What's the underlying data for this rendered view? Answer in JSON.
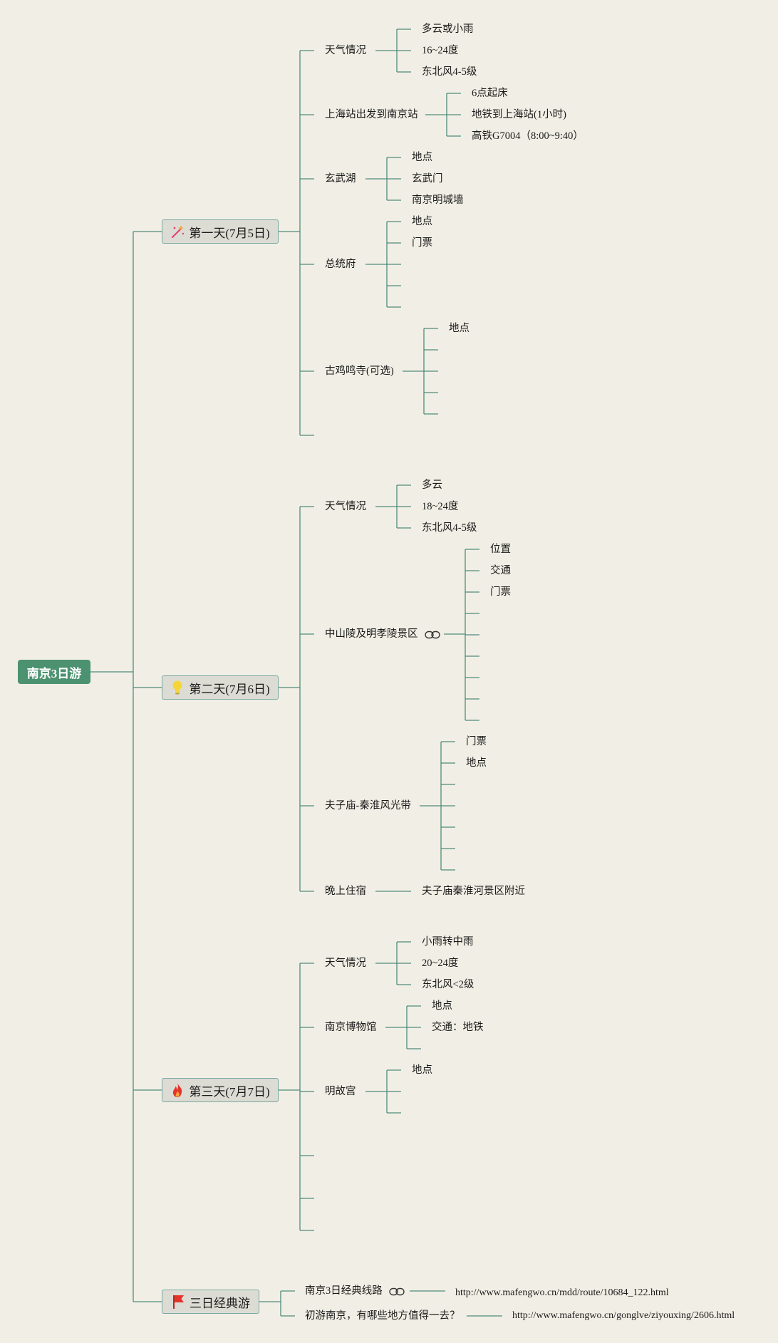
{
  "root": {
    "label": "南京3日游"
  },
  "days": [
    {
      "label": "第一天(7月5日)",
      "icon": "magic-wand-icon",
      "topics": [
        {
          "label": "天气情况",
          "items": [
            "多云或小雨",
            "16~24度",
            "东北风4-5级"
          ]
        },
        {
          "label": "上海站出发到南京站",
          "items": [
            "6点起床",
            "地铁到上海站(1小时)",
            "高铁G7004（8:00~9:40）"
          ]
        },
        {
          "label": "玄武湖",
          "items": [
            "地点",
            "玄武门",
            "南京明城墙"
          ]
        },
        {
          "label": "总统府",
          "items": [
            "地点",
            "门票",
            "",
            "",
            ""
          ]
        },
        {
          "label": "古鸡鸣寺(可选)",
          "items": [
            "地点",
            "",
            "",
            "",
            ""
          ]
        },
        {
          "label": "",
          "items": []
        }
      ]
    },
    {
      "label": "第二天(7月6日)",
      "icon": "lightbulb-icon",
      "topics": [
        {
          "label": "天气情况",
          "items": [
            "多云",
            "18~24度",
            "东北风4-5级"
          ]
        },
        {
          "label": "中山陵及明孝陵景区",
          "link_icon": "link-icon",
          "items": [
            "位置",
            "交通",
            "门票",
            "",
            "",
            "",
            "",
            "",
            ""
          ]
        },
        {
          "label": "夫子庙-秦淮风光带",
          "items": [
            "门票",
            "地点",
            "",
            "",
            "",
            "",
            ""
          ]
        },
        {
          "label": "晚上住宿",
          "items": [
            "夫子庙秦淮河景区附近"
          ]
        }
      ]
    },
    {
      "label": "第三天(7月7日)",
      "icon": "fire-icon",
      "topics": [
        {
          "label": "天气情况",
          "items": [
            "小雨转中雨",
            "20~24度",
            "东北风<2级"
          ]
        },
        {
          "label": "南京博物馆",
          "items": [
            "地点",
            "交通：地铁",
            ""
          ]
        },
        {
          "label": "明故宫",
          "items": [
            "地点",
            "",
            ""
          ]
        },
        {
          "label": "",
          "items": []
        },
        {
          "label": "",
          "items": []
        },
        {
          "label": "",
          "items": []
        }
      ]
    },
    {
      "label": "三日经典游",
      "icon": "red-flag-icon",
      "topics": [
        {
          "label": "南京3日经典线路",
          "link_icon": "link-icon",
          "items": [
            "http://www.mafengwo.cn/mdd/route/10684_122.html"
          ]
        },
        {
          "label": "初游南京，有哪些地方值得一去？",
          "items": [
            "http://www.mafengwo.cn/gonglve/ziyouxing/2606.html"
          ]
        }
      ]
    }
  ],
  "colors": {
    "line": "#4f8a7c",
    "root_fill": "#4c9270",
    "day_fill": "#dcdcd4",
    "background": "#f1efe5"
  }
}
